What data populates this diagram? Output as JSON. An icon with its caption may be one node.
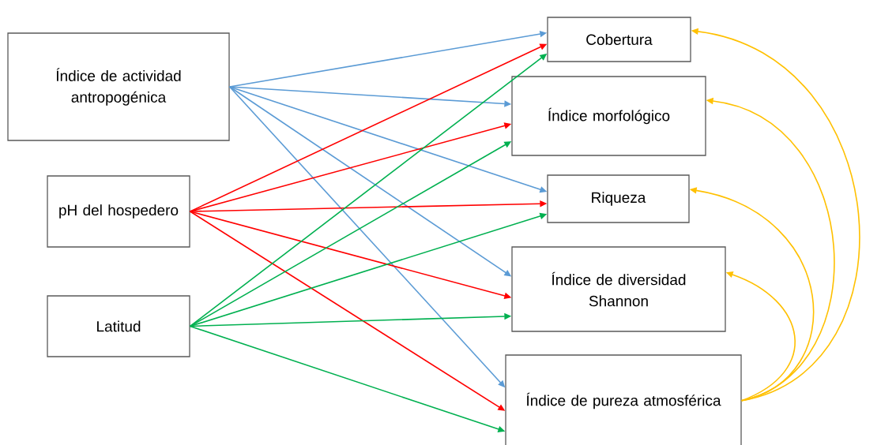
{
  "diagram": {
    "nodes": [
      {
        "text": [
          "Índice de actividad antropogénica"
        ]
      },
      {
        "text": [
          "pH del hospedero"
        ]
      },
      {
        "text": [
          "Latitud"
        ]
      },
      {
        "text": [
          "Cobertura"
        ]
      },
      {
        "text": [
          "Índice morfológico"
        ]
      },
      {
        "text": [
          "Riqueza"
        ]
      },
      {
        "text": [
          "Índice de diversidad Shannon"
        ]
      },
      {
        "text": [
          "Índice de pureza atmosférica"
        ]
      }
    ],
    "edges": [
      {
        "from": 0,
        "to": 3,
        "arrow": "to",
        "color": "#5b9bd5"
      },
      {
        "from": 0,
        "to": 4,
        "arrow": "to",
        "color": "#5b9bd5"
      },
      {
        "from": 0,
        "to": 5,
        "arrow": "to",
        "color": "#5b9bd5"
      },
      {
        "from": 0,
        "to": 6,
        "arrow": "to",
        "color": "#5b9bd5"
      },
      {
        "from": 0,
        "to": 7,
        "arrow": "to",
        "color": "#5b9bd5"
      },
      {
        "from": 1,
        "to": 3,
        "arrow": "to",
        "color": "#ff0000"
      },
      {
        "from": 1,
        "to": 4,
        "arrow": "to",
        "color": "#ff0000"
      },
      {
        "from": 1,
        "to": 5,
        "arrow": "to",
        "color": "#ff0000"
      },
      {
        "from": 1,
        "to": 6,
        "arrow": "to",
        "color": "#ff0000"
      },
      {
        "from": 1,
        "to": 7,
        "arrow": "to",
        "color": "#ff0000"
      },
      {
        "from": 2,
        "to": 3,
        "arrow": "to",
        "color": "#00b050"
      },
      {
        "from": 2,
        "to": 4,
        "arrow": "to",
        "color": "#00b050"
      },
      {
        "from": 2,
        "to": 5,
        "arrow": "to",
        "color": "#00b050"
      },
      {
        "from": 2,
        "to": 6,
        "arrow": "to",
        "color": "#00b050"
      },
      {
        "from": 2,
        "to": 7,
        "arrow": "to",
        "color": "#00b050"
      },
      {
        "from": 7,
        "to": 3,
        "arrow": "to",
        "color": "#ffc000"
      },
      {
        "from": 7,
        "to": 4,
        "arrow": "to",
        "color": "#ffc000"
      },
      {
        "from": 7,
        "to": 5,
        "arrow": "to",
        "color": "#ffc000"
      },
      {
        "from": 7,
        "to": 6,
        "arrow": "to",
        "color": "#ffc000"
      }
    ]
  }
}
